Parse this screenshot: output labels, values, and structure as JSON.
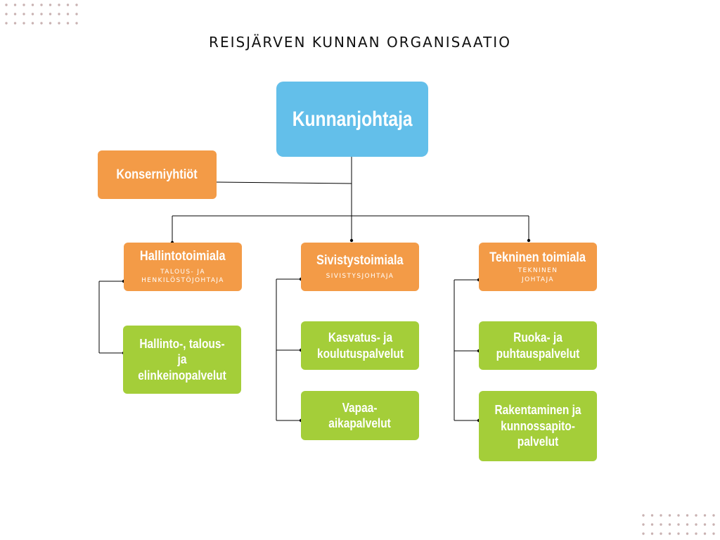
{
  "title": "REISJÄRVEN KUNNAN ORGANISAATIO",
  "colors": {
    "blue": "#63bfea",
    "orange": "#f39b47",
    "green": "#a4ce39",
    "line": "#000000",
    "dots": "#c9b2b2"
  },
  "nodes": {
    "kunnanjohtaja": {
      "label": "Kunnanjohtaja"
    },
    "konserniyhtiot": {
      "label": "Konserniyhtiöt"
    },
    "hallintotoimiala": {
      "label": "Hallintotoimiala",
      "sub": "TALOUS- JA HENKILÖSTÖJOHTAJA"
    },
    "sivistystoimiala": {
      "label": "Sivistystoimiala",
      "sub": "SIVISTYSJOHTAJA"
    },
    "tekninen_toimiala": {
      "label": "Tekninen toimiala",
      "sub": "TEKNINEN JOHTAJA"
    },
    "hallinto_palvelut": {
      "label": "Hallinto-, talous- ja elinkeinopalvelut"
    },
    "kasvatus_palvelut": {
      "label": "Kasvatus- ja koulutuspalvelut"
    },
    "vapaa_palvelut": {
      "label": "Vapaa-aikapalvelut"
    },
    "ruoka_palvelut": {
      "label": "Ruoka- ja puhtauspalvelut"
    },
    "rakentaminen_palvelut": {
      "label": "Rakentaminen ja kunnossapito-palvelut"
    }
  }
}
